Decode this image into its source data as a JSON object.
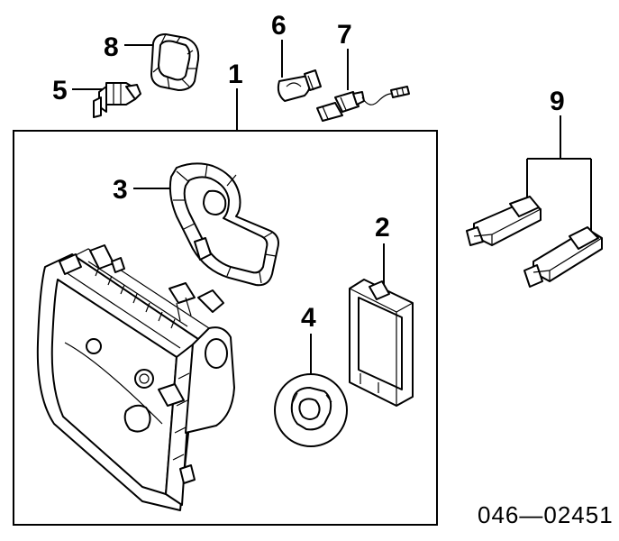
{
  "diagram": {
    "callouts": [
      {
        "id": "1",
        "text": "1"
      },
      {
        "id": "2",
        "text": "2"
      },
      {
        "id": "3",
        "text": "3"
      },
      {
        "id": "4",
        "text": "4"
      },
      {
        "id": "5",
        "text": "5"
      },
      {
        "id": "6",
        "text": "6"
      },
      {
        "id": "7",
        "text": "7"
      },
      {
        "id": "8",
        "text": "8"
      },
      {
        "id": "9",
        "text": "9"
      }
    ],
    "diagram_code": "046—02451"
  }
}
